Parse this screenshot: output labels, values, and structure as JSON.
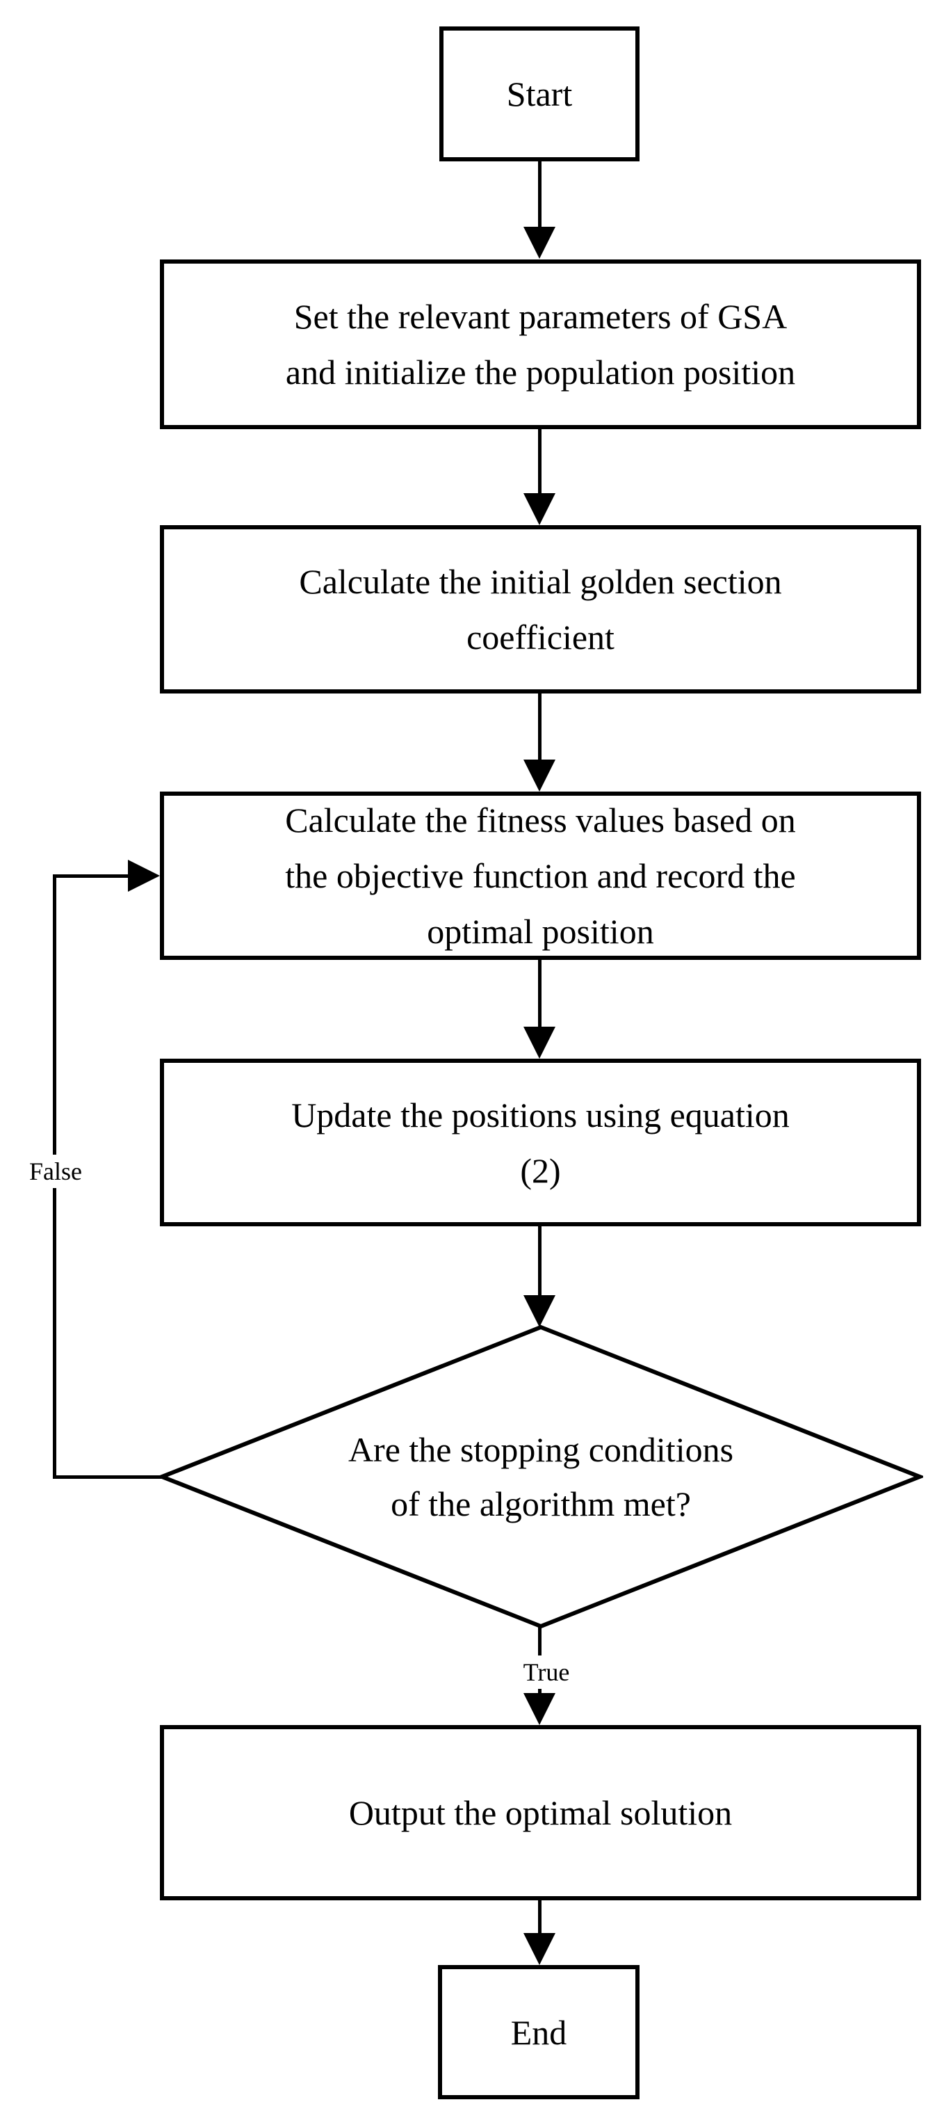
{
  "diagram": {
    "background": "#ffffff",
    "stroke_color": "#000000",
    "nodes": {
      "start": {
        "lines": [
          "Start"
        ]
      },
      "set_params": {
        "lines": [
          "Set the relevant parameters of GSA",
          "and initialize the population position"
        ]
      },
      "calc_golden_section": {
        "lines": [
          "Calculate the initial golden section",
          "coefficient"
        ]
      },
      "calc_fitness": {
        "lines": [
          "Calculate the fitness values based on",
          "the objective function and record the",
          "optimal position"
        ]
      },
      "update_positions": {
        "lines": [
          "Update the positions using equation",
          "(2)"
        ]
      },
      "stopping_decision": {
        "lines": [
          "Are the stopping conditions",
          "of the algorithm met?"
        ]
      },
      "output_solution": {
        "lines": [
          "Output the optimal solution"
        ]
      },
      "end": {
        "lines": [
          "End"
        ]
      }
    },
    "edge_labels": {
      "true": "True",
      "false": "False"
    }
  }
}
